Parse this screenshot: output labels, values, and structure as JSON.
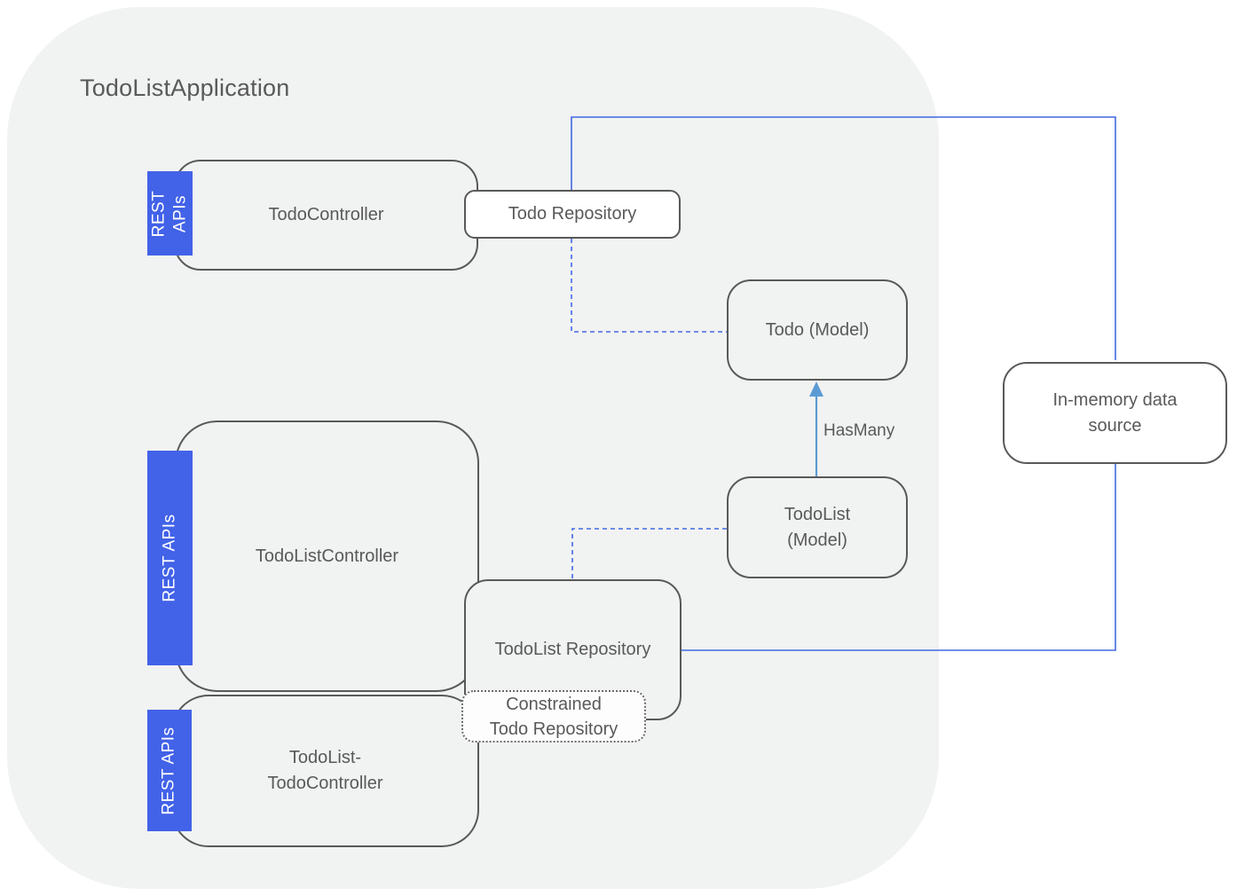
{
  "title": "TodoListApplication",
  "colors": {
    "container_fill": "#f1f2f2",
    "box_border": "#595959",
    "text": "#595959",
    "badge_fill": "#4262e8",
    "badge_text": "#ffffff",
    "connector_blue": "#4169e1",
    "hasmany_arrow_blue": "#5b9bd5"
  },
  "nodes": {
    "todo_controller": {
      "label": "TodoController",
      "badge_lines": [
        "REST",
        "APIs"
      ]
    },
    "todo_repository": {
      "label": "Todo Repository"
    },
    "todo_model": {
      "label": "Todo (Model)"
    },
    "in_memory": {
      "label": "In-memory data\nsource"
    },
    "todolist_controller": {
      "label": "TodoListController",
      "badge": "REST APIs"
    },
    "todolist_repository": {
      "label": "TodoList Repository"
    },
    "constrained_repo": {
      "label": "Constrained\nTodo Repository"
    },
    "todolist_todo_controller": {
      "label": "TodoList-\nTodoController",
      "badge": "REST APIs"
    },
    "todolist_model": {
      "label": "TodoList\n(Model)"
    }
  },
  "connectors": {
    "has_many_label": "HasMany"
  }
}
